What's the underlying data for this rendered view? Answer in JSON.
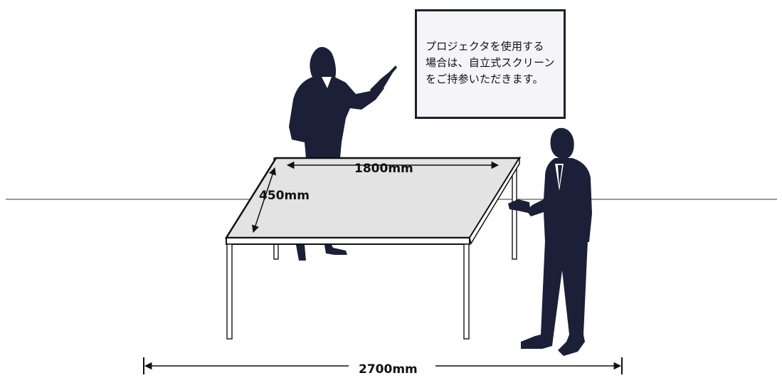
{
  "note": {
    "lines": [
      "プロジェクタを使用する",
      "場合は、自立式スクリーン",
      "をご持参いただきます。"
    ]
  },
  "dimensions": {
    "table_width": "1800mm",
    "table_depth": "450mm",
    "floor_width": "2700mm"
  },
  "colors": {
    "silhouette": "#1b2038",
    "tabletop": "#e3e3e3",
    "line": "#111111"
  }
}
